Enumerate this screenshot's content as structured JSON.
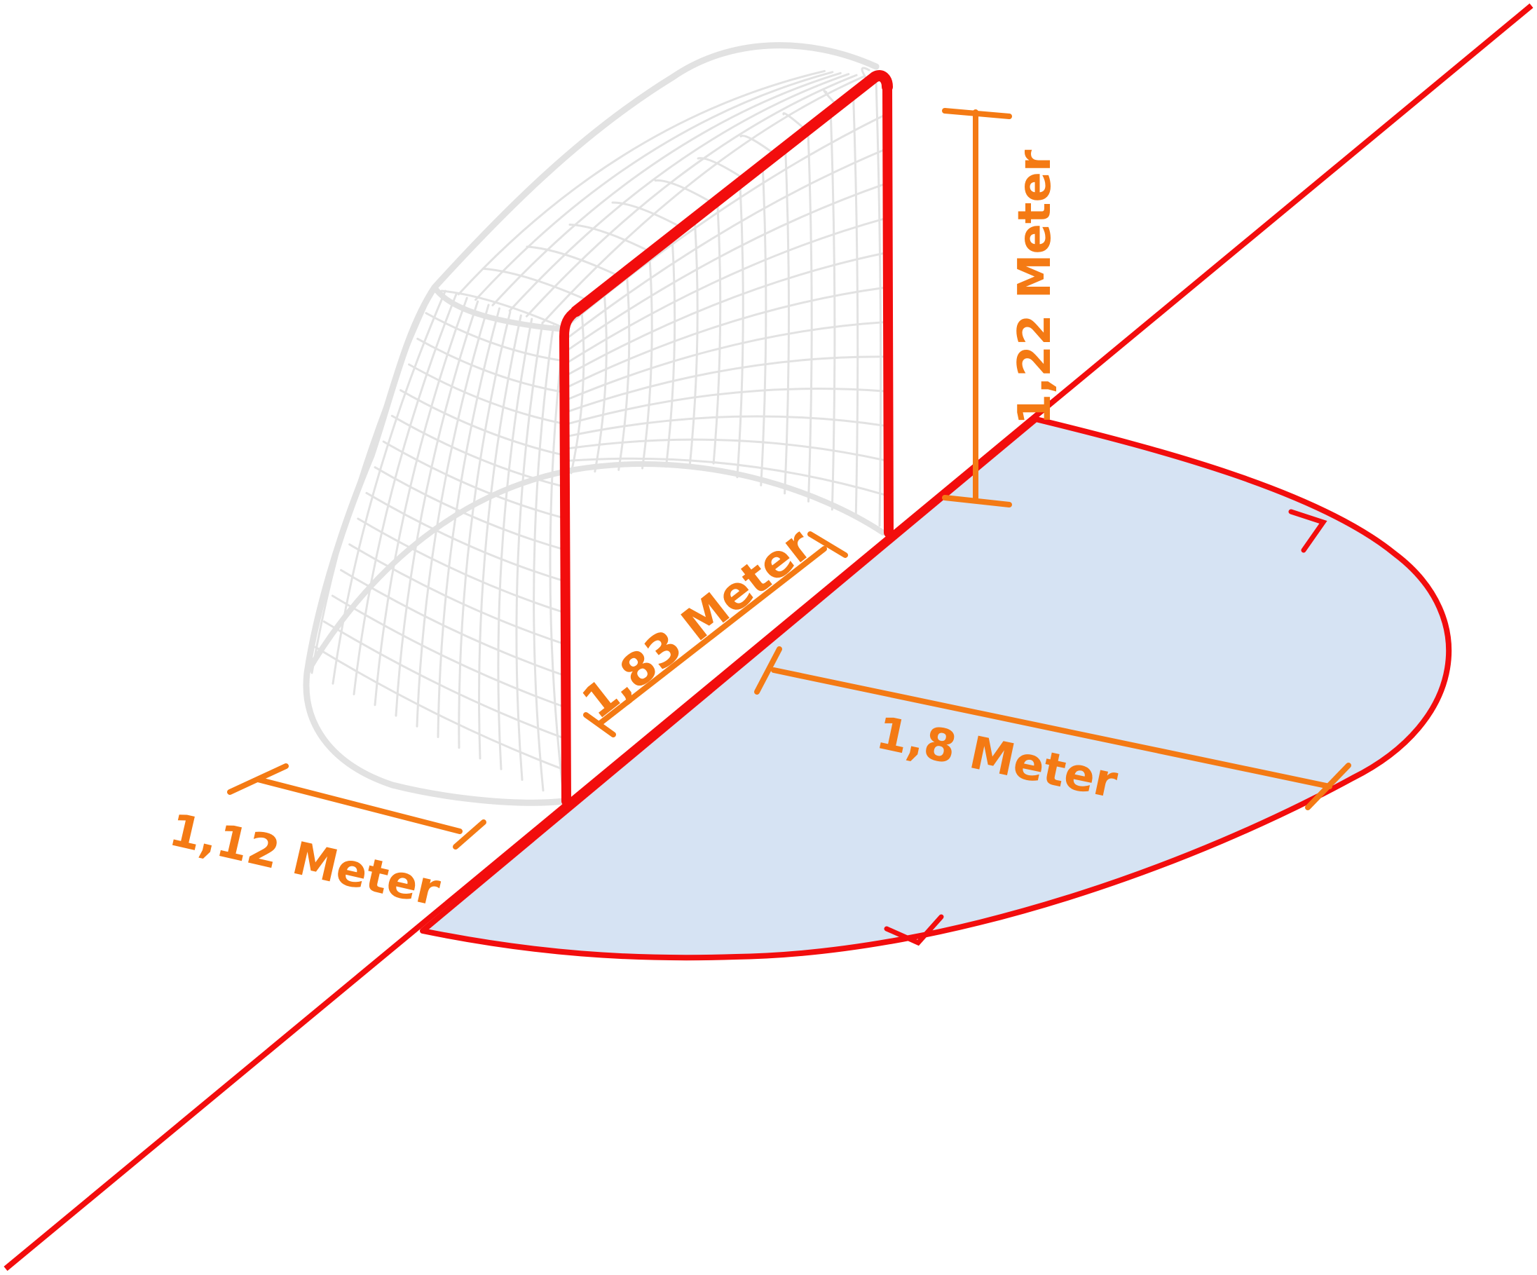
{
  "colors": {
    "line": "#f20d0d",
    "dimension": "#f47a14",
    "crease_fill": "#d6e3f3",
    "net": "#e2e2e2",
    "background": "#ffffff"
  },
  "labels": {
    "height": "1,22 Meter",
    "width": "1,83 Meter",
    "depth": "1,12 Meter",
    "crease_radius": "1,8 Meter"
  }
}
